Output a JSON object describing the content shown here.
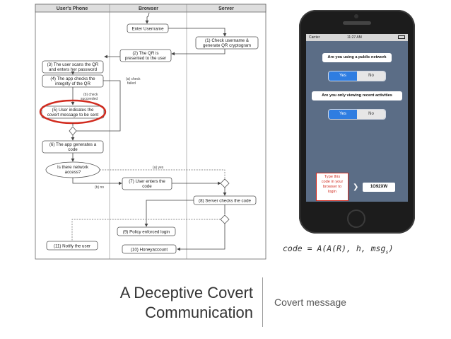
{
  "lanes": [
    "User's Phone",
    "Browser",
    "Server"
  ],
  "steps": {
    "enter_username": "Enter Username",
    "s1": [
      "(1) Check username &",
      "generate QR cryptogram"
    ],
    "s2": [
      "(2) The QR is",
      "presented to the user"
    ],
    "s3": [
      "(3) The user scans the QR",
      "and enters her password"
    ],
    "s4": [
      "(4) The app checks the",
      "integrity of the QR"
    ],
    "s5": [
      "(5) User indicates the",
      "covert message to be sent"
    ],
    "s6": [
      "(6) The app generates a",
      "code"
    ],
    "decision": [
      "Is there network",
      "access?"
    ],
    "s7": [
      "(7) User enters the",
      "code"
    ],
    "s8": "(8) Server checks the code",
    "s9": "(9) Policy enforced login",
    "s10": "(10) Honeyaccount",
    "s11": "(11) Notify the user"
  },
  "edge_labels": {
    "check_failed_a": [
      "(a) check",
      "failed"
    ],
    "check_succeeded_b": [
      "(b) check",
      "succeeded"
    ],
    "yes_a": "(a) yes",
    "no_b": "(b) no"
  },
  "phone": {
    "status": {
      "carrier": "Carrier",
      "time": "11:27 AM"
    },
    "q1": "Are you using a public network",
    "q2": "Are you only viewing recent activities",
    "yes": "Yes",
    "no": "No",
    "hint": [
      "Type this",
      "code in your",
      "browser to",
      "login"
    ],
    "code": "1O92XW"
  },
  "formula": {
    "main": "code = A(A(R), h, msg",
    "sub": "s",
    "close": ")"
  },
  "title": [
    "A Deceptive Covert",
    "Communication"
  ],
  "subtitle": "Covert message",
  "colors": {
    "highlight": "#d12b1f",
    "toggle_selected": "#2f7de1",
    "screen_bg": "#5b6d86"
  }
}
